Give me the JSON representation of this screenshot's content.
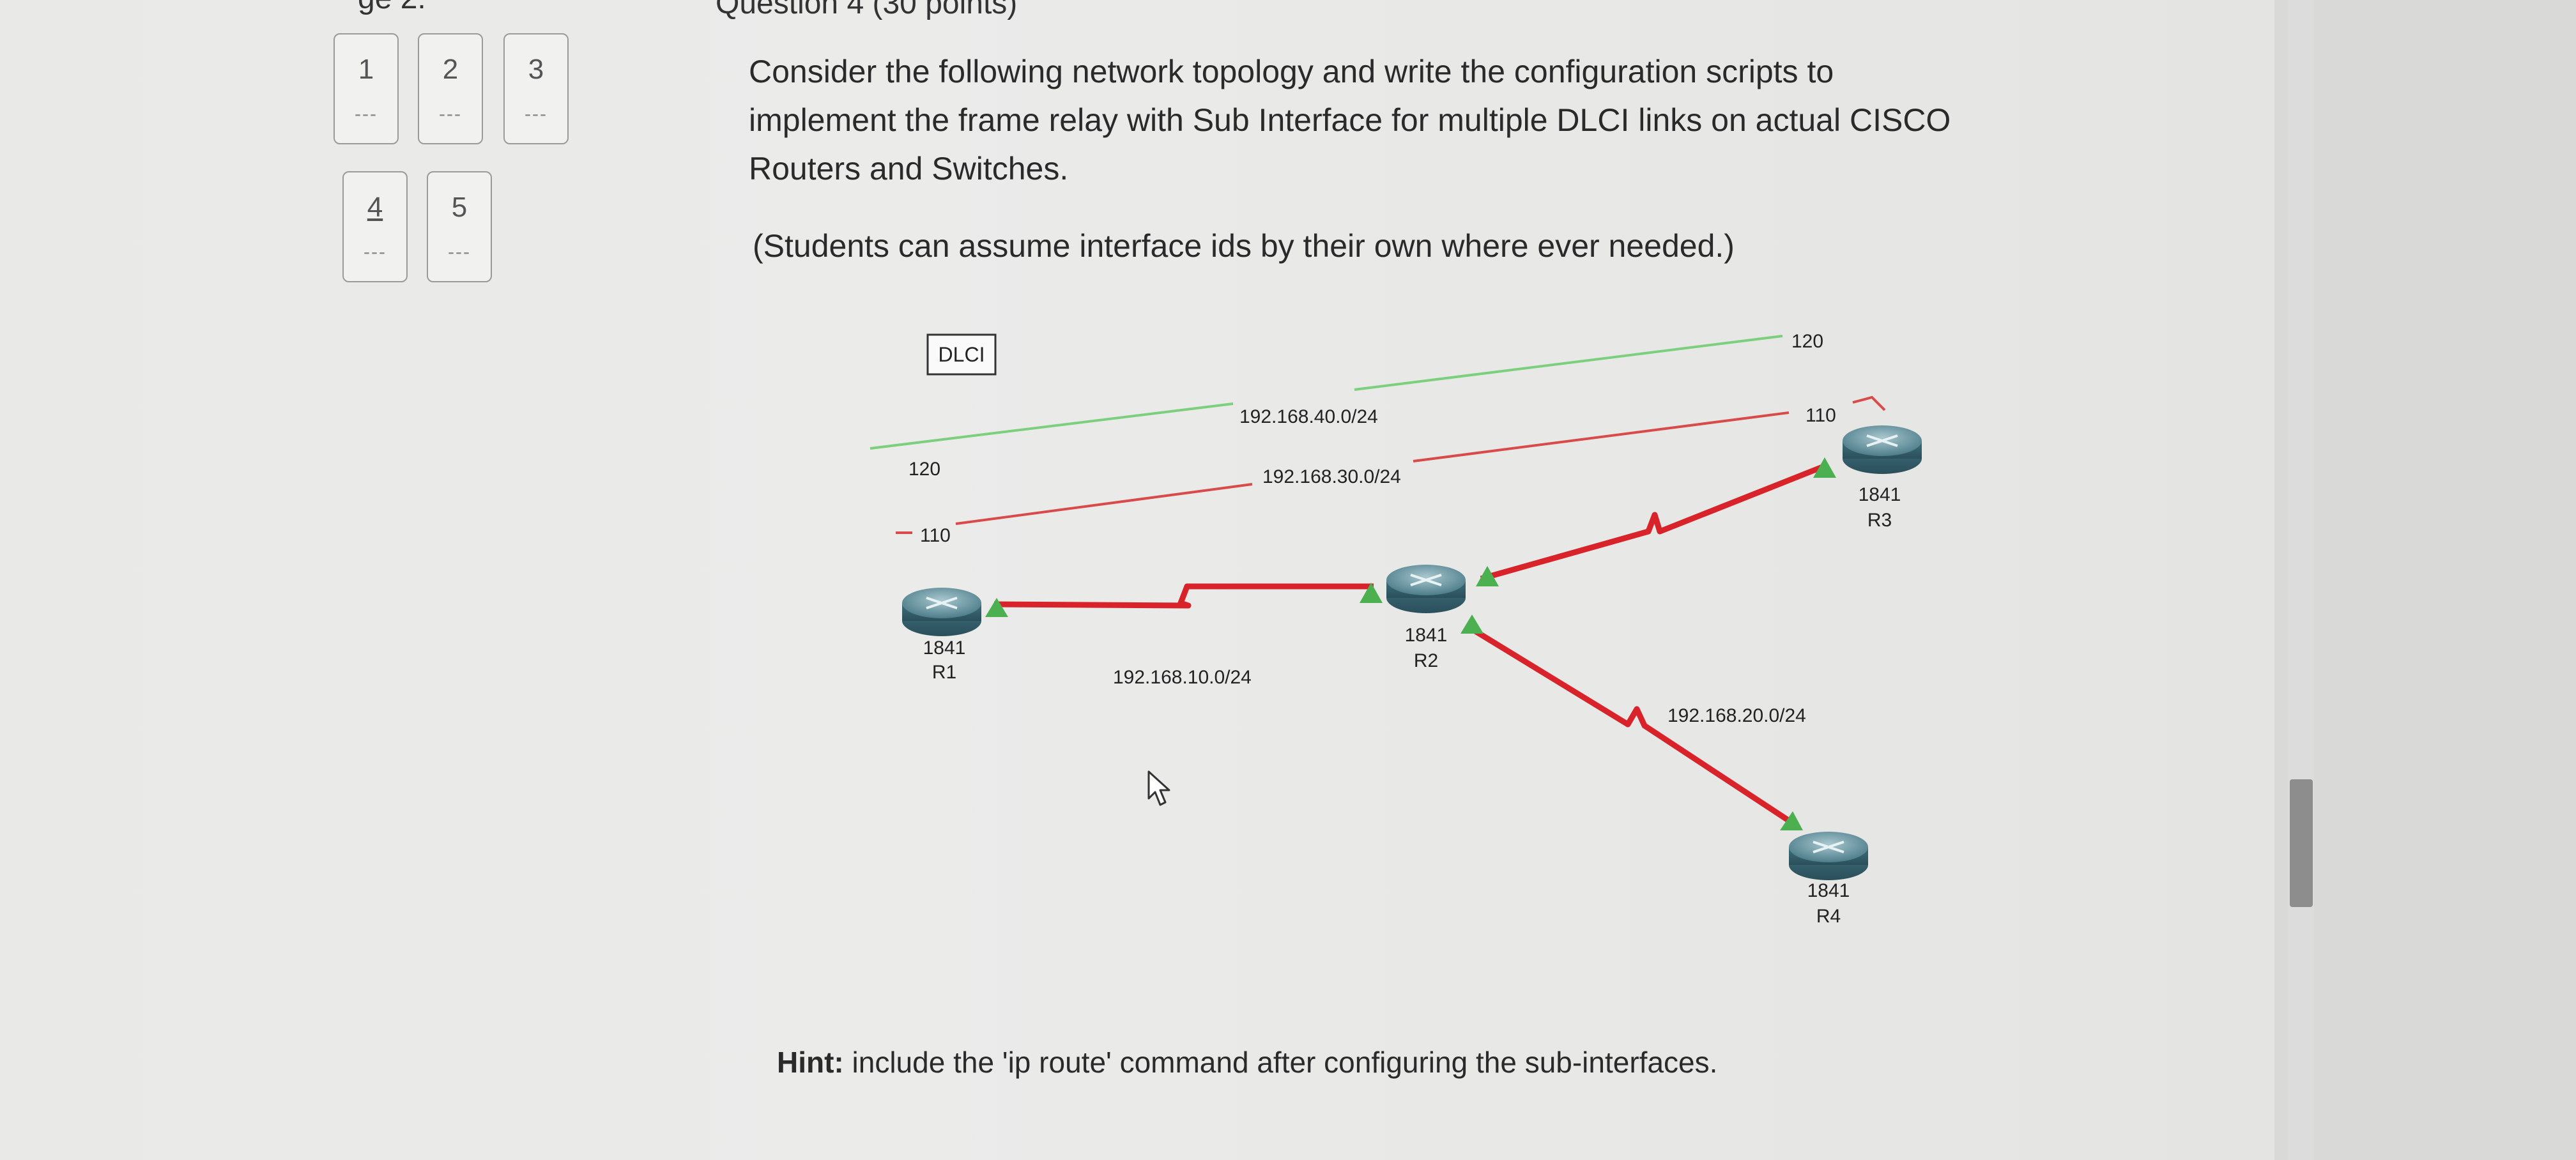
{
  "header": {
    "partial_left": "ge 2:",
    "question_title": "Question 4 (30 points)"
  },
  "question_nav": [
    {
      "num": "1",
      "status": "---"
    },
    {
      "num": "2",
      "status": "---"
    },
    {
      "num": "3",
      "status": "---"
    },
    {
      "num": "4",
      "status": "---",
      "current": true
    },
    {
      "num": "5",
      "status": "---"
    }
  ],
  "question": {
    "text": "Consider the following network topology and write the configuration scripts to implement the frame relay with Sub Interface for multiple DLCI links on actual CISCO Routers and Switches.",
    "note": "(Students can assume interface ids by their own where ever needed.)",
    "hint_label": "Hint:",
    "hint_text": " include the 'ip route' command after configuring the sub-interfaces."
  },
  "diagram": {
    "dlci_box": "DLCI",
    "dlci_labels": {
      "r1_120": "120",
      "r1_110": "110",
      "r3_120": "120",
      "r3_110": "110"
    },
    "networks": {
      "n40": "192.168.40.0/24",
      "n30": "192.168.30.0/24",
      "n10": "192.168.10.0/24",
      "n20": "192.168.20.0/24"
    },
    "routers": [
      {
        "id": "R1",
        "model": "1841"
      },
      {
        "id": "R2",
        "model": "1841"
      },
      {
        "id": "R3",
        "model": "1841"
      },
      {
        "id": "R4",
        "model": "1841"
      }
    ],
    "colors": {
      "serial": "#d8232a",
      "dlci_green": "#7ccf7c",
      "dlci_red": "#d94a4a",
      "port": "#4caf50"
    }
  }
}
